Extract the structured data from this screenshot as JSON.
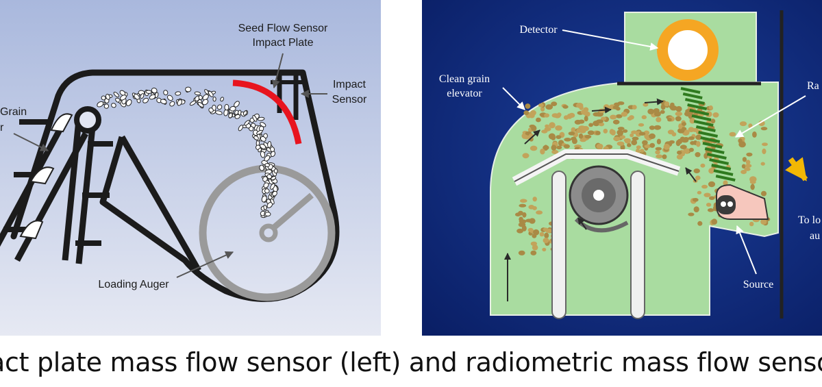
{
  "left_diagram": {
    "labels": {
      "seed_flow_sensor": "Seed Flow Sensor",
      "impact_plate": "Impact Plate",
      "impact": "Impact",
      "sensor": "Sensor",
      "grain": "Grain",
      "elevator_fragment": "r",
      "loading_auger": "Loading Auger"
    },
    "colors": {
      "background_top": "#a9b8dd",
      "background_bottom": "#e3e7f3",
      "impact_plate": "#e8141e",
      "auger": "#9a9a9a"
    }
  },
  "right_diagram": {
    "labels": {
      "detector": "Detector",
      "clean_grain": "Clean grain",
      "elevator": "elevator",
      "radiation_fragment": "Ra",
      "to_fragment": "To lo",
      "auger_fragment": "au",
      "source": "Source"
    },
    "colors": {
      "background": "#0f2a78",
      "housing": "#a9dca0",
      "detector": "#f5a623",
      "arrow": "#f2b705"
    }
  },
  "caption": "act plate mass flow sensor (left) and radiometric mass flow sensor (ri"
}
